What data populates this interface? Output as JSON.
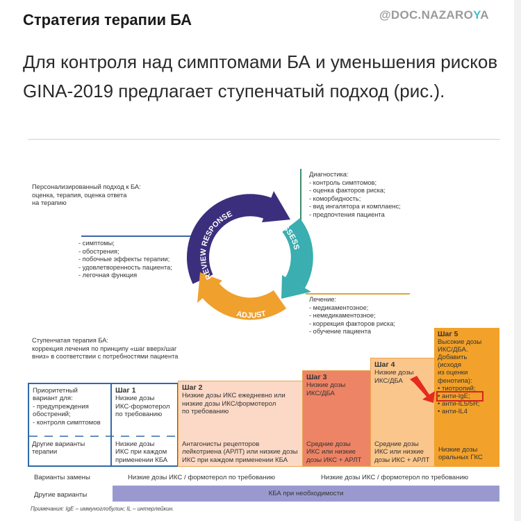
{
  "header": {
    "title": "Стратегия терапии БА",
    "watermark": "@DOC.NAZAROYA"
  },
  "intro": "Для контроля над симптомами БА и уменьшения рисков GINA-2019 предлагает ступенчатый подход (рис.).",
  "figure": {
    "personal_approach": [
      "Персонализированный подход к БА:",
      "оценка, терапия, оценка ответа",
      "на терапию"
    ],
    "review_list": [
      "- симптомы;",
      "- обострения;",
      "- побочные эффекты терапии;",
      "- удовлетворенность пациента;",
      "- легочная функция"
    ],
    "diagnostics": [
      "Диагностика:",
      "- контроль симптомов;",
      "- оценка факторов риска;",
      "- коморбидность;",
      "- вид ингалятора и комплаенс;",
      "- предпочтения пациента"
    ],
    "treatment": [
      "Лечение:",
      "- медикаментозное;",
      "- немедикаментозное;",
      "- коррекция факторов риска;",
      "- обучение пациента"
    ],
    "stepwise": [
      "Ступенчатая терапия БА:",
      "коррекция лечения по принципу «шаг вверх/шаг",
      "вниз» в соответствии с потребностями пациента"
    ],
    "cycle": {
      "review": "REVIEW RESPONSE",
      "assess": "ASSESS",
      "adjust": "ADJUST",
      "colors": {
        "review": "#3b2f7d",
        "assess": "#3aaeb0",
        "adjust": "#f0a02c"
      }
    }
  },
  "table": {
    "label_col": {
      "preferred": [
        "Приоритетный",
        "вариант для:",
        "- предупреждения",
        "обострений;",
        "- контроля симптомов"
      ],
      "other": [
        "Другие варианты",
        "терапии"
      ]
    },
    "steps": [
      {
        "title": "Шаг 1",
        "preferred": [
          "Низкие дозы",
          "ИКС-формотерол",
          "по требованию"
        ],
        "other": [
          "Низкие дозы",
          "ИКС при каждом",
          "применении КБА"
        ],
        "color": "#ffffff"
      },
      {
        "title": "Шаг 2",
        "preferred": [
          "Низкие дозы ИКС ежедневно или",
          "низкие дозы ИКС/формотерол",
          "по требованию"
        ],
        "other": [
          "Антагонисты рецепторов",
          "лейкотриена (АРЛТ) или низкие дозы",
          "ИКС при каждом применении КБА"
        ],
        "color": "#fbd9c6"
      },
      {
        "title": "Шаг 3",
        "preferred": [
          "Низкие дозы",
          "ИКС/ДБА"
        ],
        "other": [
          "Средние дозы",
          "ИКС или низкие",
          "дозы ИКС + АРЛТ"
        ],
        "color": "#ee8466"
      },
      {
        "title": "Шаг 4",
        "preferred": [
          "Низкие дозы",
          "ИКС/ДБА"
        ],
        "other": [
          "Средние дозы",
          "ИКС или низкие",
          "дозы ИКС + АРЛТ"
        ],
        "color": "#fbc68c"
      },
      {
        "title": "Шаг 5",
        "preferred": [
          "Высокие дозы",
          "ИКС/ДБА.",
          "Добавить",
          "(исходя",
          "из оценки",
          "фенотипа):",
          "• тиотропий;",
          "• анти-IgE;",
          "• анти-IL5/5R;",
          "• анти-IL4"
        ],
        "other": [
          "Низкие дозы",
          "оральных ГКС"
        ],
        "color": "#f2a12a"
      }
    ],
    "reliever_label": "Варианты замены",
    "reliever_1": "Низкие дозы ИКС / формотерол по требованию",
    "reliever_2": "Низкие дозы ИКС / формотерол по требованию",
    "other_label": "Другие варианты",
    "other_value": "КБА при необходимости",
    "note": "Примечания: IgE – иммуноглобулин; IL – интерлейкин.",
    "highlight": "анти-IgE"
  }
}
